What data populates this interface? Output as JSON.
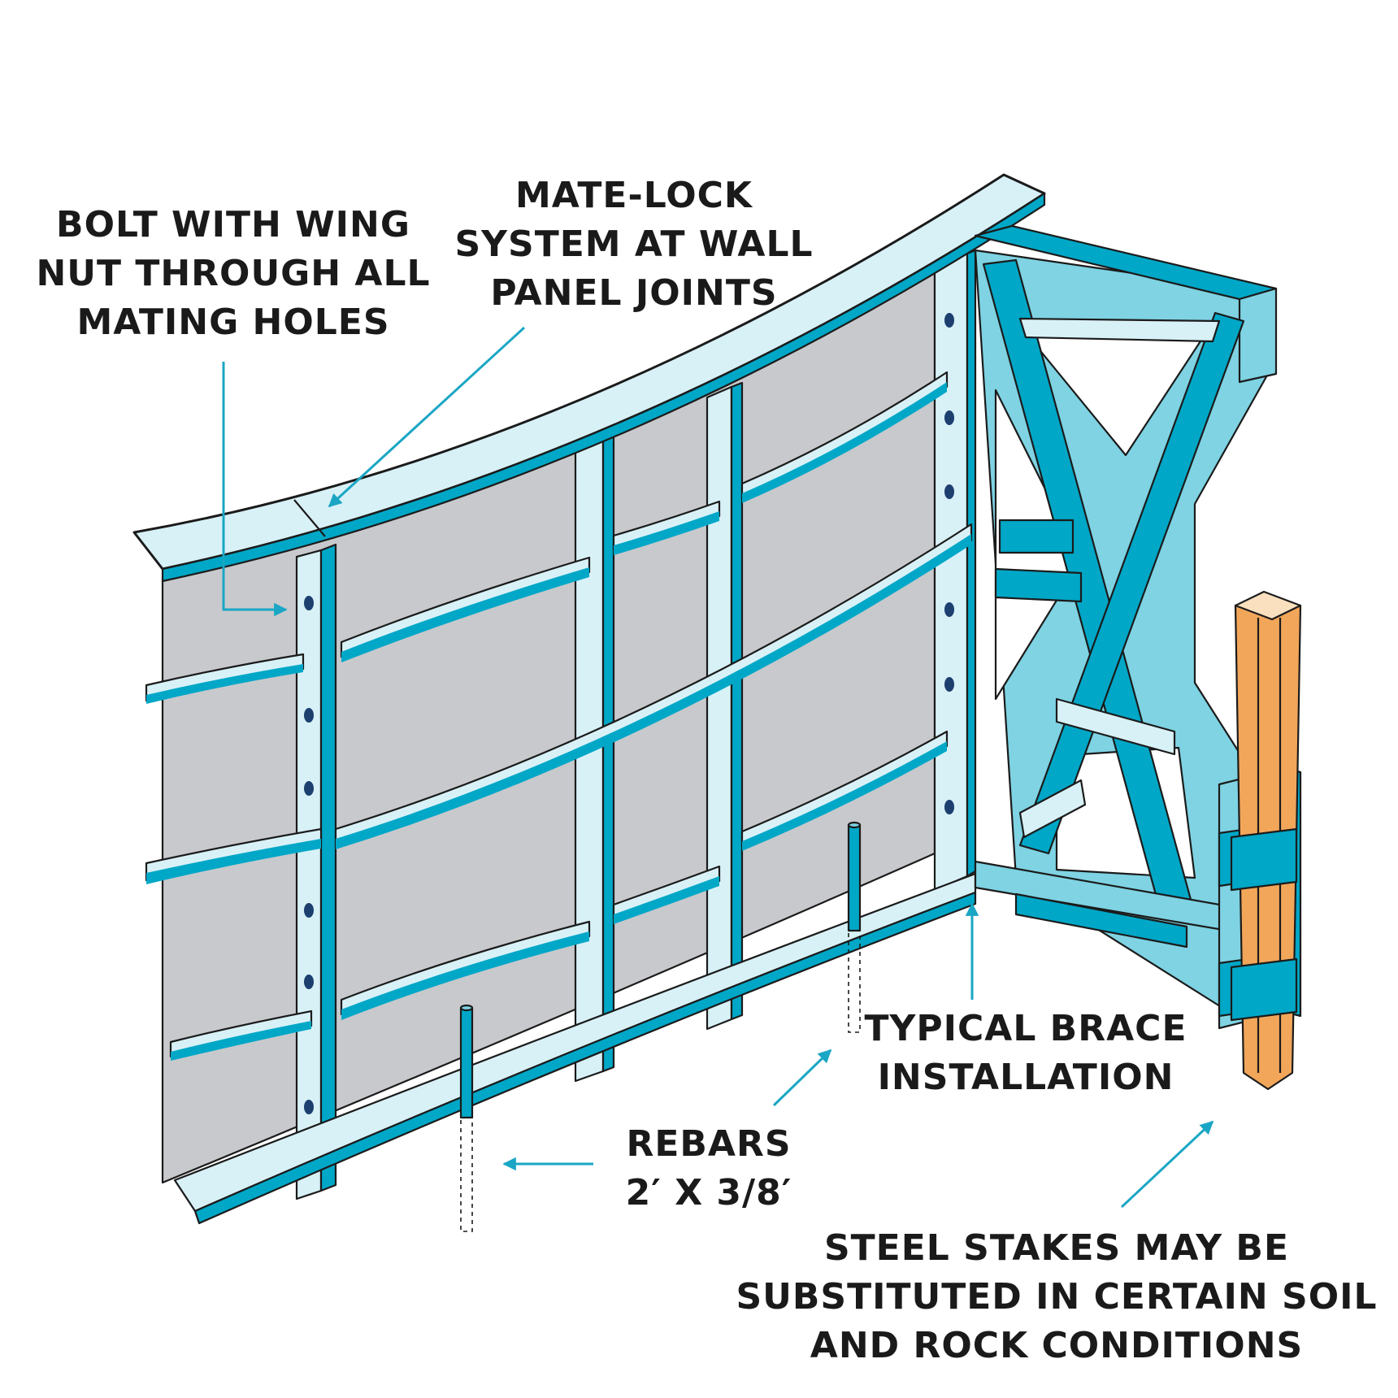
{
  "labels": {
    "bolt": [
      "BOLT WITH WING",
      "NUT THROUGH ALL",
      "MATING HOLES"
    ],
    "matelock": [
      "MATE-LOCK",
      "SYSTEM AT WALL",
      "PANEL JOINTS"
    ],
    "brace": [
      "TYPICAL BRACE",
      "INSTALLATION"
    ],
    "rebars": [
      "REBARS",
      "2′ X 3/8′"
    ],
    "stakes": [
      "STEEL STAKES MAY BE",
      "SUBSTITUTED IN CERTAIN SOIL",
      "AND ROCK CONDITIONS"
    ]
  },
  "colors": {
    "teal": "#00a7c7",
    "light_teal": "#d8f1f7",
    "mid_teal": "#7fd3e3",
    "panel_gray": "#c8c9cc",
    "stake_orange": "#f2a65a",
    "hole_navy": "#1d3f70"
  }
}
